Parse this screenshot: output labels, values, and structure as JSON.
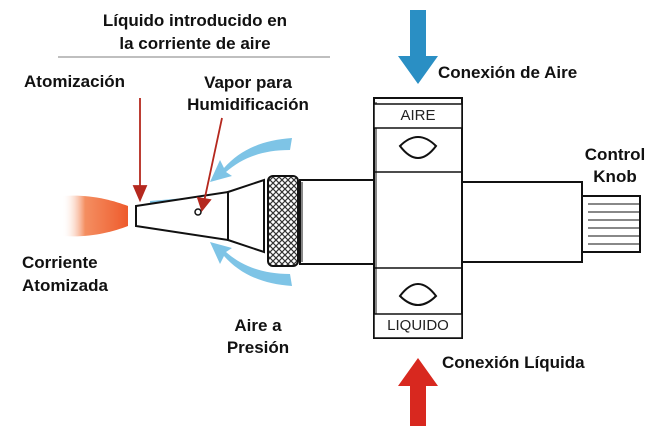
{
  "labels": {
    "title_line1": "Líquido introducido en",
    "title_line2": "la corriente de aire",
    "atomizacion": "Atomización",
    "vapor_line1": "Vapor para",
    "vapor_line2": "Humidificación",
    "corriente_line1": "Corriente",
    "corriente_line2": "Atomizada",
    "aire_line1": "Aire a",
    "aire_line2": "Presión",
    "conexion_aire": "Conexión de Aire",
    "conexion_liquida": "Conexión Líquida",
    "control_line1": "Control",
    "control_line2": "Knob",
    "box_aire": "AIRE",
    "box_liquido": "LIQUIDO"
  },
  "colors": {
    "air_arrow": "#2a8fc4",
    "liquid_arrow": "#d8281f",
    "pointer_arrow": "#b5281e",
    "flow_arrow": "#7ec4e6",
    "spray": "#f06a3a"
  }
}
